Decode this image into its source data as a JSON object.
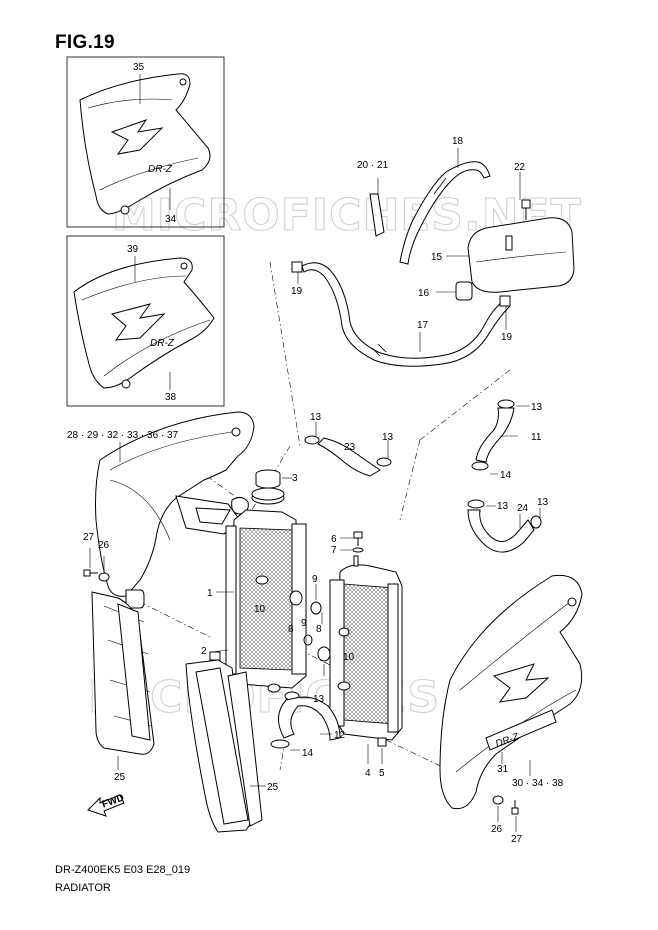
{
  "header": {
    "title": "FIG.19"
  },
  "footer": {
    "code": "DR-Z400EK5 E03 E28_019",
    "name": "RADIATOR"
  },
  "watermark": "MICROFICHES.NET",
  "direction_marker": "FWD",
  "decal_text": "DR-Z",
  "callouts": {
    "c35": "35",
    "c34": "34",
    "c39": "39",
    "c38": "38",
    "c18": "18",
    "c20_21": "20 · 21",
    "c22": "22",
    "c15": "15",
    "c16": "16",
    "c19a": "19",
    "c19b": "19",
    "c17": "17",
    "c28_37": "28 · 29 · 32 · 33 · 36 · 37",
    "c13a": "13",
    "c23": "23",
    "c13b": "13",
    "c13c": "13",
    "c11": "11",
    "c14a": "14",
    "c13d": "13",
    "c24": "24",
    "c13e": "13",
    "c3": "3",
    "c6": "6",
    "c7": "7",
    "c27a": "27",
    "c26a": "26",
    "c1": "1",
    "c10a": "10",
    "c9a": "9",
    "c8a": "8",
    "c9b": "9",
    "c8b": "8",
    "c10b": "10",
    "c2": "2",
    "c13f": "13",
    "c12": "12",
    "c14b": "14",
    "c25a": "25",
    "c25b": "25",
    "c4": "4",
    "c5": "5",
    "c31": "31",
    "c30_34_38": "30 · 34 · 38",
    "c26b": "26",
    "c27b": "27"
  }
}
